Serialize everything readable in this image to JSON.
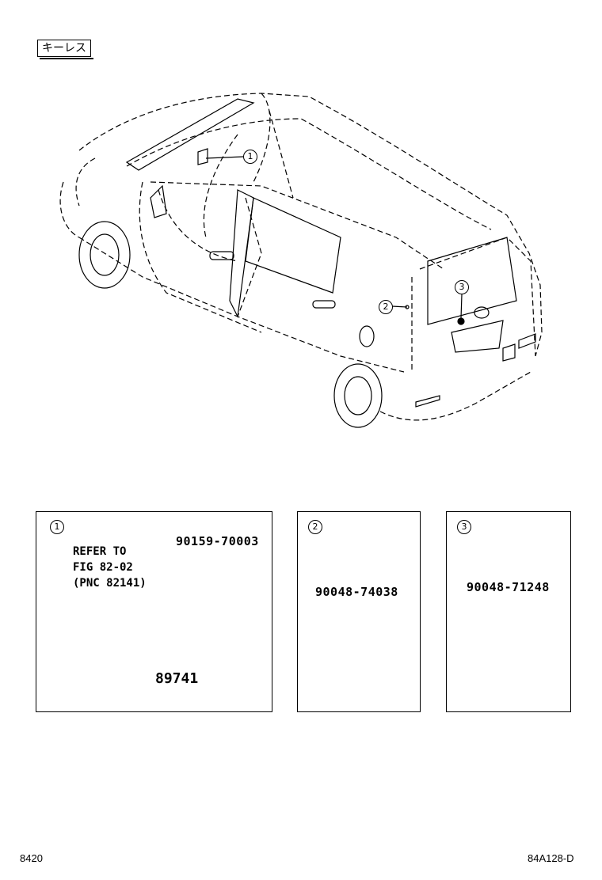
{
  "header": {
    "tag_label": "キーレス"
  },
  "callouts": {
    "c1": "1",
    "c2": "2",
    "c3": "3"
  },
  "panel1": {
    "index": "1",
    "refer": [
      "REFER TO",
      "FIG 82-02",
      "(PNC 82141)"
    ],
    "part_screw": "90159-70003",
    "part_module": "89741"
  },
  "panel2": {
    "index": "2",
    "part": "90048-74038"
  },
  "panel3": {
    "index": "3",
    "part": "90048-71248"
  },
  "footer": {
    "left_code": "8420",
    "right_code": "84A128-D"
  }
}
